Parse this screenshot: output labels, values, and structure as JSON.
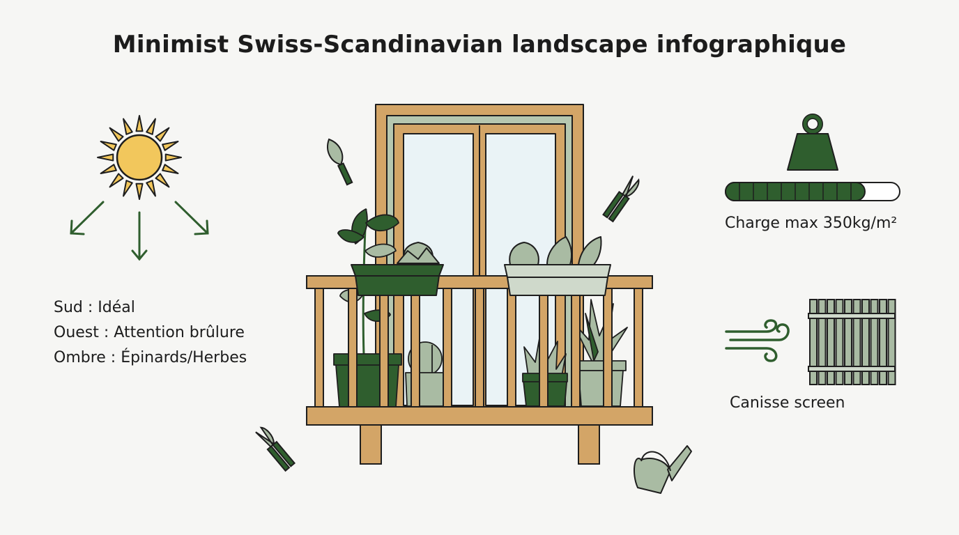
{
  "title": "Minimist Swiss-Scandinavian landscape infographique",
  "sun": {
    "icon": "sun-icon",
    "notes": [
      "Sud : Idéal",
      "Ouest : Attention brûlure",
      "Ombre : Épinards/Herbes"
    ]
  },
  "weight": {
    "icon": "weight-icon",
    "caption": "Charge max 350kg/m²",
    "load_fraction": 0.8,
    "segments": 10
  },
  "wind": {
    "icon": "wind-icon",
    "caption": "Canisse screen"
  },
  "colors": {
    "dark_green": "#2f5e2e",
    "sage": "#a9bba3",
    "wood": "#d3a567",
    "sun": "#f2c75c"
  }
}
